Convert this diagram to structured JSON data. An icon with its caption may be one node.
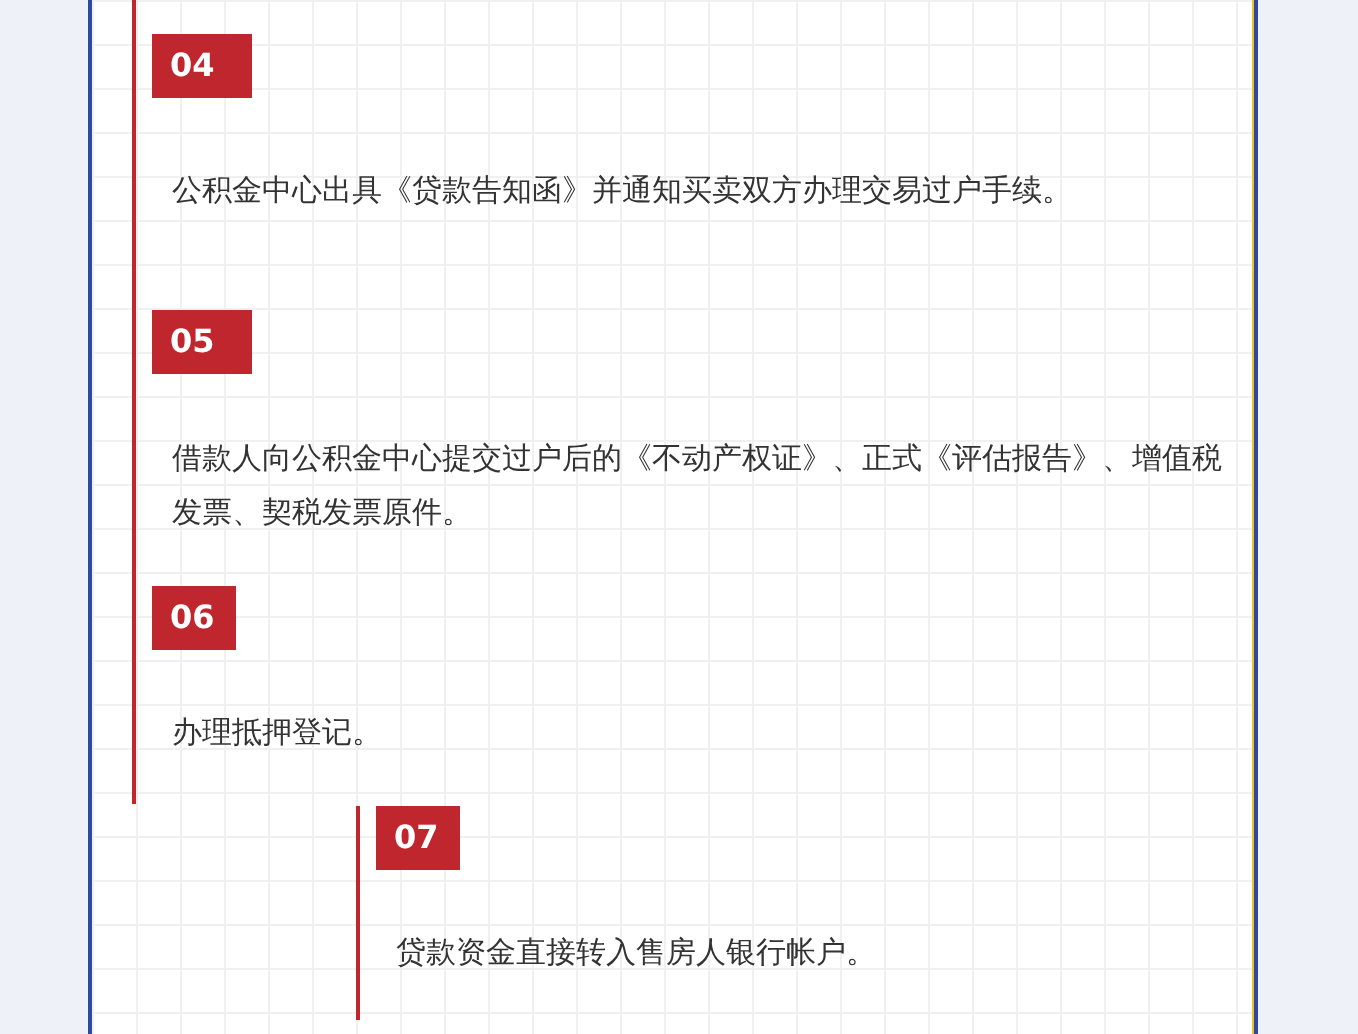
{
  "diagram": {
    "nodes": [
      {
        "text": [
          "04"
        ],
        "beside": [
          "公积金中心出具《贷款告知函》并通知买卖双方办理交易过户手续。"
        ]
      },
      {
        "text": [
          "05"
        ],
        "beside": [
          "借款人向公积金中心提交过户后的《不动产权证》、正式《评估报告》、增值税发票、契税发票原件。"
        ]
      },
      {
        "text": [
          "06"
        ],
        "beside": [
          "办理抵押登记。"
        ]
      },
      {
        "text": [
          "07"
        ],
        "beside": [
          "贷款资金直接转入售房人银行帐户。"
        ]
      }
    ]
  }
}
